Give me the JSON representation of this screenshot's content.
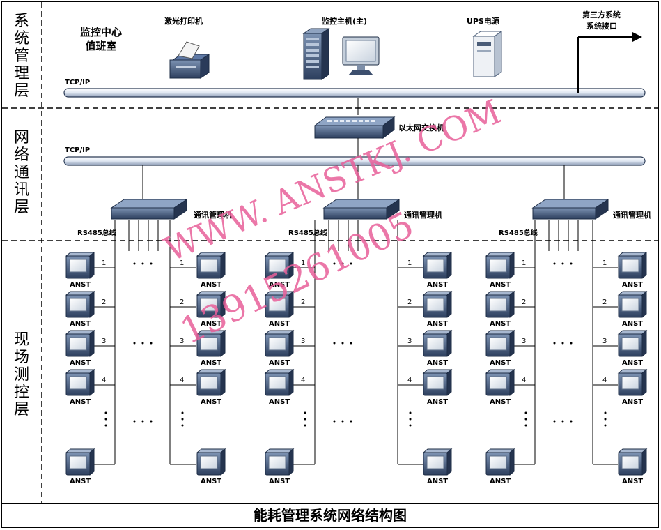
{
  "layers": {
    "system": "系统管理层",
    "network": "网络通讯层",
    "field": "现场测控层"
  },
  "control_room": {
    "line1": "监控中心",
    "line2": "值班室"
  },
  "devices": {
    "printer": "激光打印机",
    "host": "监控主机(主)",
    "ups": "UPS电源",
    "third_party_line1": "第三方系统",
    "third_party_line2": "系统接口",
    "switch": "以太网交换机",
    "comm_manager": "通讯管理机",
    "rs485": "RS485总线",
    "meter": "ANST"
  },
  "bus_labels": {
    "top": "TCP/IP",
    "mid": "TCP/IP"
  },
  "row_numbers": [
    "1",
    "2",
    "3",
    "4"
  ],
  "dots": "• • •",
  "watermark": {
    "url": "WWW. ANSTKJ. COM",
    "phone": "13915261005"
  },
  "caption": "能耗管理系统网络结构图"
}
